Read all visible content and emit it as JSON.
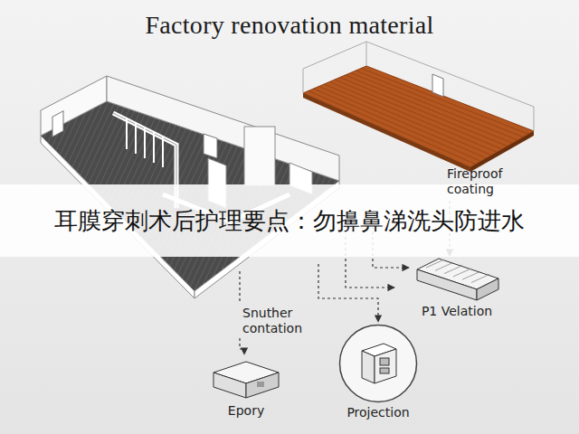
{
  "diagram": {
    "title": "Factory renovation material",
    "nodes": [
      {
        "text": [
          "P1 Velation"
        ]
      },
      {
        "text": [
          "Epory"
        ]
      },
      {
        "text": [
          "Projection"
        ]
      }
    ],
    "labels": [
      "Fireproof coating",
      "Snuther contation",
      "耳膜穿刺术后护理要点：勿擤鼻涕洗头防进水"
    ]
  }
}
